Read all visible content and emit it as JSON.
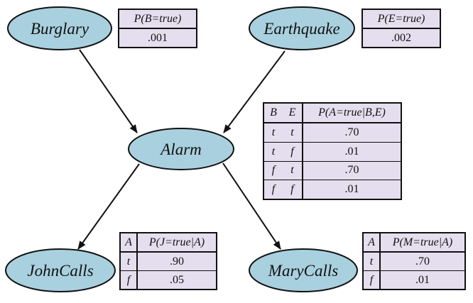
{
  "colors": {
    "node_fill": "#a9d0df",
    "node_stroke": "#111111",
    "table_fill": "#e4deee",
    "edge": "#111111"
  },
  "nodes": {
    "burglary": "Burglary",
    "earthquake": "Earthquake",
    "alarm": "Alarm",
    "johncalls": "JohnCalls",
    "marycalls": "MaryCalls"
  },
  "cpt_burglary": {
    "header": "P(B=true)",
    "value": ".001"
  },
  "cpt_earthquake": {
    "header": "P(E=true)",
    "value": ".002"
  },
  "cpt_alarm": {
    "col_b": "B",
    "col_e": "E",
    "col_p": "P(A=true|B,E)",
    "rows": [
      {
        "b": "t",
        "e": "t",
        "p": ".70"
      },
      {
        "b": "t",
        "e": "f",
        "p": ".01"
      },
      {
        "b": "f",
        "e": "t",
        "p": ".70"
      },
      {
        "b": "f",
        "e": "f",
        "p": ".01"
      }
    ]
  },
  "cpt_john": {
    "col_a": "A",
    "col_p": "P(J=true|A)",
    "rows": [
      {
        "a": "t",
        "p": ".90"
      },
      {
        "a": "f",
        "p": ".05"
      }
    ]
  },
  "cpt_mary": {
    "col_a": "A",
    "col_p": "P(M=true|A)",
    "rows": [
      {
        "a": "t",
        "p": ".70"
      },
      {
        "a": "f",
        "p": ".01"
      }
    ]
  }
}
